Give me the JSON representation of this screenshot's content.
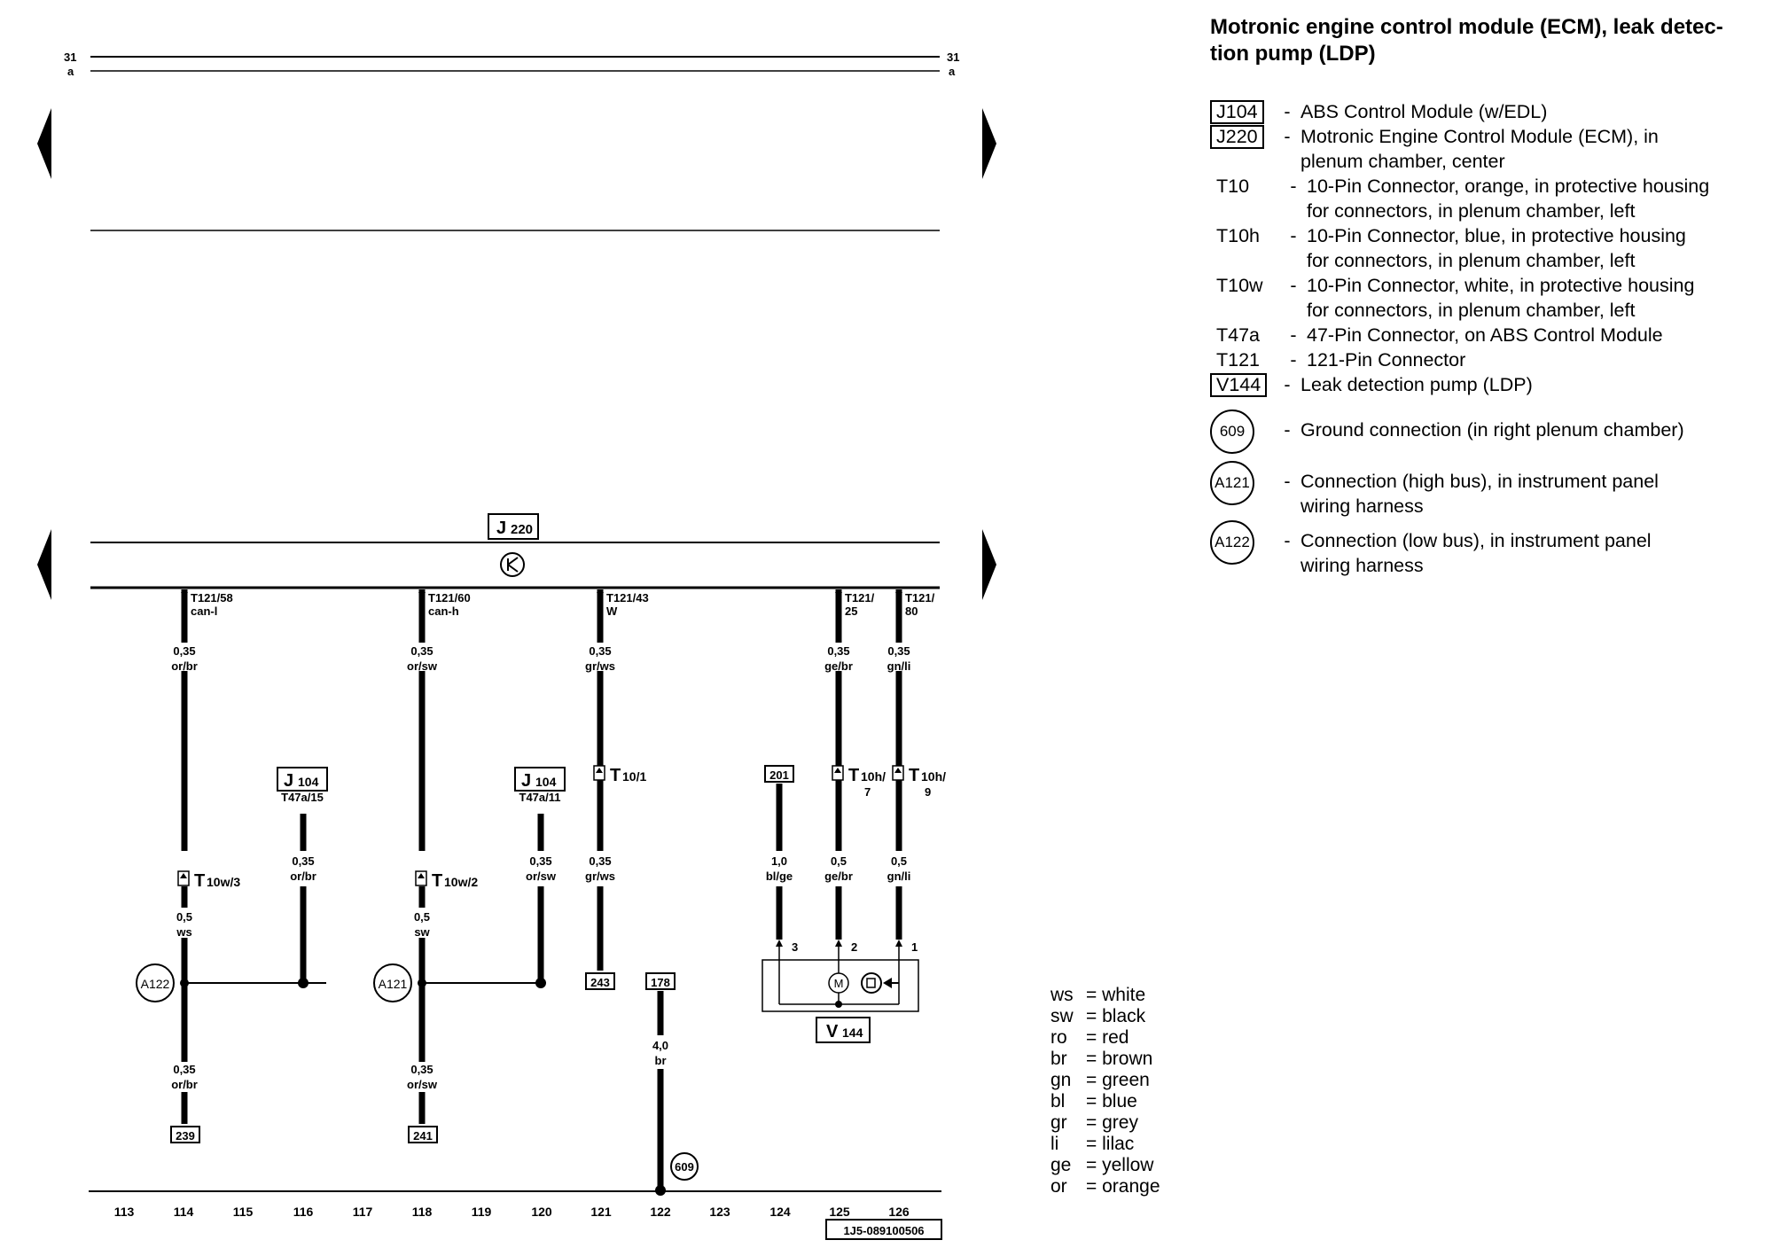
{
  "title": "Motronic engine control module (ECM), leak detec-tion pump (LDP)",
  "title_line1": "Motronic engine control module (ECM), leak detec-",
  "title_line2": "tion pump (LDP)",
  "legend": [
    {
      "code": "J104",
      "boxed": true,
      "desc": [
        "ABS Control Module (w/EDL)"
      ]
    },
    {
      "code": "J220",
      "boxed": true,
      "desc": [
        "Motronic Engine Control Module (ECM), in",
        "plenum chamber, center"
      ]
    },
    {
      "code": "T10",
      "boxed": false,
      "desc": [
        "10-Pin Connector, orange, in protective housing",
        "for connectors, in plenum chamber, left"
      ]
    },
    {
      "code": "T10h",
      "boxed": false,
      "desc": [
        "10-Pin Connector, blue, in protective housing",
        "for connectors, in plenum chamber, left"
      ]
    },
    {
      "code": "T10w",
      "boxed": false,
      "desc": [
        "10-Pin Connector, white, in protective housing",
        "for connectors, in plenum chamber, left"
      ]
    },
    {
      "code": "T47a",
      "boxed": false,
      "desc": [
        "47-Pin Connector, on ABS Control Module"
      ]
    },
    {
      "code": "T121",
      "boxed": false,
      "desc": [
        "121-Pin Connector"
      ]
    },
    {
      "code": "V144",
      "boxed": true,
      "desc": [
        "Leak detection pump (LDP)"
      ]
    }
  ],
  "grounds": [
    {
      "code": "609",
      "desc": [
        "Ground connection (in right plenum chamber)"
      ]
    },
    {
      "code": "A121",
      "desc": [
        "Connection (high bus), in instrument panel",
        "wiring harness"
      ]
    },
    {
      "code": "A122",
      "desc": [
        "Connection (low bus), in instrument panel",
        "wiring harness"
      ]
    }
  ],
  "colors": [
    {
      "abbr": "ws",
      "name": "white"
    },
    {
      "abbr": "sw",
      "name": "black"
    },
    {
      "abbr": "ro",
      "name": "red"
    },
    {
      "abbr": "br",
      "name": "brown"
    },
    {
      "abbr": "gn",
      "name": "green"
    },
    {
      "abbr": "bl",
      "name": "blue"
    },
    {
      "abbr": "gr",
      "name": "grey"
    },
    {
      "abbr": "li",
      "name": "lilac"
    },
    {
      "abbr": "ge",
      "name": "yellow"
    },
    {
      "abbr": "or",
      "name": "orange"
    }
  ],
  "diagram": {
    "ref_left": "31",
    "ref_right": "31",
    "ref_a": "a",
    "ecm_label_main": "J",
    "ecm_label_sub": "220",
    "ecm_pins": [
      {
        "pin": "T121/58",
        "sig": "can-l",
        "wire_size": "0,35",
        "wire_color": "or/br"
      },
      {
        "pin": "T121/60",
        "sig": "can-h",
        "wire_size": "0,35",
        "wire_color": "or/sw"
      },
      {
        "pin": "T121/43",
        "sig": "W",
        "wire_size": "0,35",
        "wire_color": "gr/ws"
      },
      {
        "pin": "T121/",
        "sig": "25",
        "wire_size": "0,35",
        "wire_color": "ge/br"
      },
      {
        "pin": "T121/",
        "sig": "80",
        "wire_size": "0,35",
        "wire_color": "gn/li"
      }
    ],
    "abs_modules": [
      {
        "main": "J",
        "sub": "104",
        "pin": "T47a/15",
        "wire_size": "0,35",
        "wire_color": "or/br"
      },
      {
        "main": "J",
        "sub": "104",
        "pin": "T47a/11",
        "wire_size": "0,35",
        "wire_color": "or/sw"
      }
    ],
    "connectors": [
      {
        "main": "T",
        "sub": "10w/3",
        "wire_size": "0,5",
        "wire_color": "ws"
      },
      {
        "main": "T",
        "sub": "10w/2",
        "wire_size": "0,5",
        "wire_color": "sw"
      },
      {
        "main": "T",
        "sub": "10/1",
        "wire_size": "0,35",
        "wire_color": "gr/ws"
      },
      {
        "main": "T",
        "sub": "10h/",
        "sub2": "7",
        "wire_size": "0,5",
        "wire_color": "ge/br"
      },
      {
        "main": "T",
        "sub": "10h/",
        "sub2": "9",
        "wire_size": "0,5",
        "wire_color": "gn/li"
      }
    ],
    "junctions": [
      {
        "code": "A122",
        "wire_size": "0,35",
        "wire_color": "or/br",
        "ref": "239"
      },
      {
        "code": "A121",
        "wire_size": "0,35",
        "wire_color": "or/sw",
        "ref": "241"
      }
    ],
    "ref_243": "243",
    "ref_178": "178",
    "ground_wire_size": "4,0",
    "ground_wire_color": "br",
    "ground_code": "609",
    "ref_201": "201",
    "wire_201_size": "1,0",
    "wire_201_color": "bl/ge",
    "pump_pins": [
      "3",
      "2",
      "1"
    ],
    "pump_main": "V",
    "pump_sub": "144",
    "motor_symbol": "M",
    "columns": [
      "113",
      "114",
      "115",
      "116",
      "117",
      "118",
      "119",
      "120",
      "121",
      "122",
      "123",
      "124",
      "125",
      "126"
    ],
    "part_number": "1J5-089100506"
  }
}
